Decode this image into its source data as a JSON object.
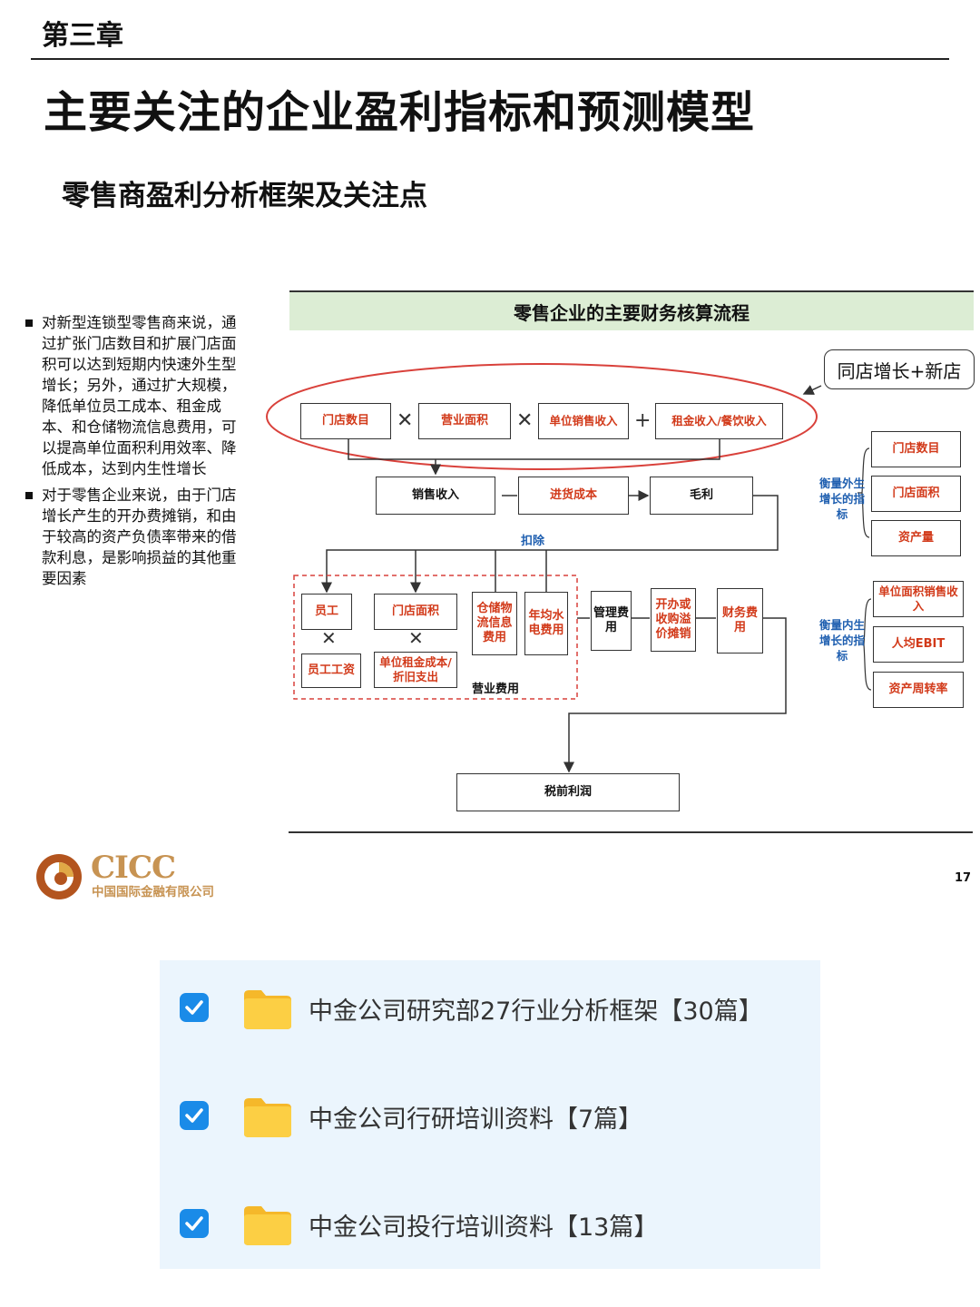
{
  "header": {
    "chapter": "第三章",
    "title": "主要关注的企业盈利指标和预测模型",
    "subtitle": "零售商盈利分析框架及关注点"
  },
  "bullets": [
    "对新型连锁型零售商来说，通过扩张门店数目和扩展门店面积可以达到短期内快速外生型增长；另外，通过扩大规模，降低单位员工成本、租金成本、和仓储物流信息费用，可以提高单位面积利用效率、降低成本，达到内生性增长",
    "对于零售企业来说，由于门店增长产生的开办费摊销，和由于较高的资产负债率带来的借款利息，是影响损益的其他重要因素"
  ],
  "diagram": {
    "banner": "零售企业的主要财务核算流程",
    "callout": "同店增长+新店",
    "top_row": [
      "门店数目",
      "营业面积",
      "单位销售收入",
      "租金收入/餐饮收入"
    ],
    "sales": "销售收入",
    "cost": "进货成本",
    "gross": "毛利",
    "deduct": "扣除",
    "staff": "员工",
    "staff_wage": "员工工资",
    "store_area": "门店面积",
    "rent": "单位租金成本/折旧支出",
    "warehouse": "仓储物流信息费用",
    "utilities": "年均水电费用",
    "opex_label": "营业费用",
    "mgmt": "管理费用",
    "startup": "开办或收购溢价摊销",
    "finance": "财务费用",
    "pretax": "税前利润",
    "external_label": "衡量外生增长的指标",
    "external": [
      "门店数目",
      "门店面积",
      "资产量"
    ],
    "internal_label": "衡量内生增长的指标",
    "internal": [
      "单位面积销售收入",
      "人均EBIT",
      "资产周转率"
    ]
  },
  "footer": {
    "logo_en": "CICC",
    "logo_cn": "中国国际金融有限公司",
    "page": "17"
  },
  "files": [
    {
      "label": "中金公司研究部27行业分析框架【30篇】",
      "checked": true
    },
    {
      "label": "中金公司行研培训资料【7篇】",
      "checked": true
    },
    {
      "label": "中金公司投行培训资料【13篇】",
      "checked": true
    }
  ],
  "colors": {
    "accent_red": "#d23a1a",
    "accent_blue": "#1f5fb0",
    "banner_green": "#dcedd4",
    "logo_gold": "#c79352",
    "checkbox_blue": "#1a8be8",
    "folder_yellow": "#f9c83c"
  }
}
